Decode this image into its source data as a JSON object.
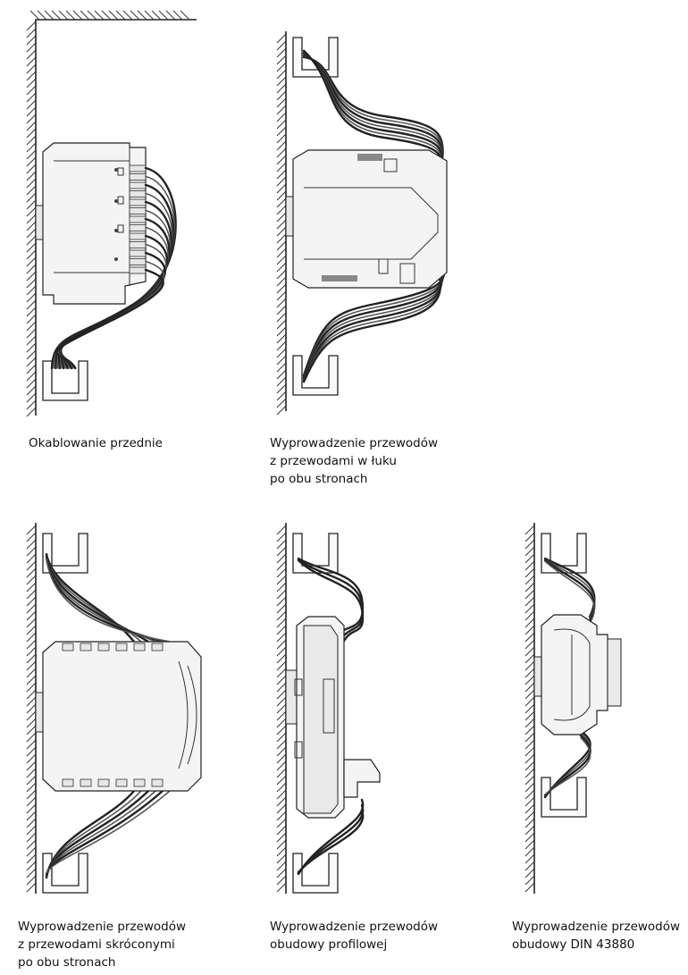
{
  "panels": [
    {
      "id": "front",
      "caption": [
        "Okablowanie przednie"
      ]
    },
    {
      "id": "arc",
      "caption": [
        "Wyprowadzenie przewodów",
        "z przewodami w łuku",
        "po obu stronach"
      ]
    },
    {
      "id": "short",
      "caption": [
        "Wyprowadzenie przewodów",
        "z przewodami skróconymi",
        "po obu stronach"
      ]
    },
    {
      "id": "profile",
      "caption": [
        "Wyprowadzenie przewodów",
        "obudowy profilowej"
      ]
    },
    {
      "id": "din",
      "caption": [
        "Wyprowadzenie przewodów",
        "obudowy DIN 43880"
      ]
    }
  ]
}
